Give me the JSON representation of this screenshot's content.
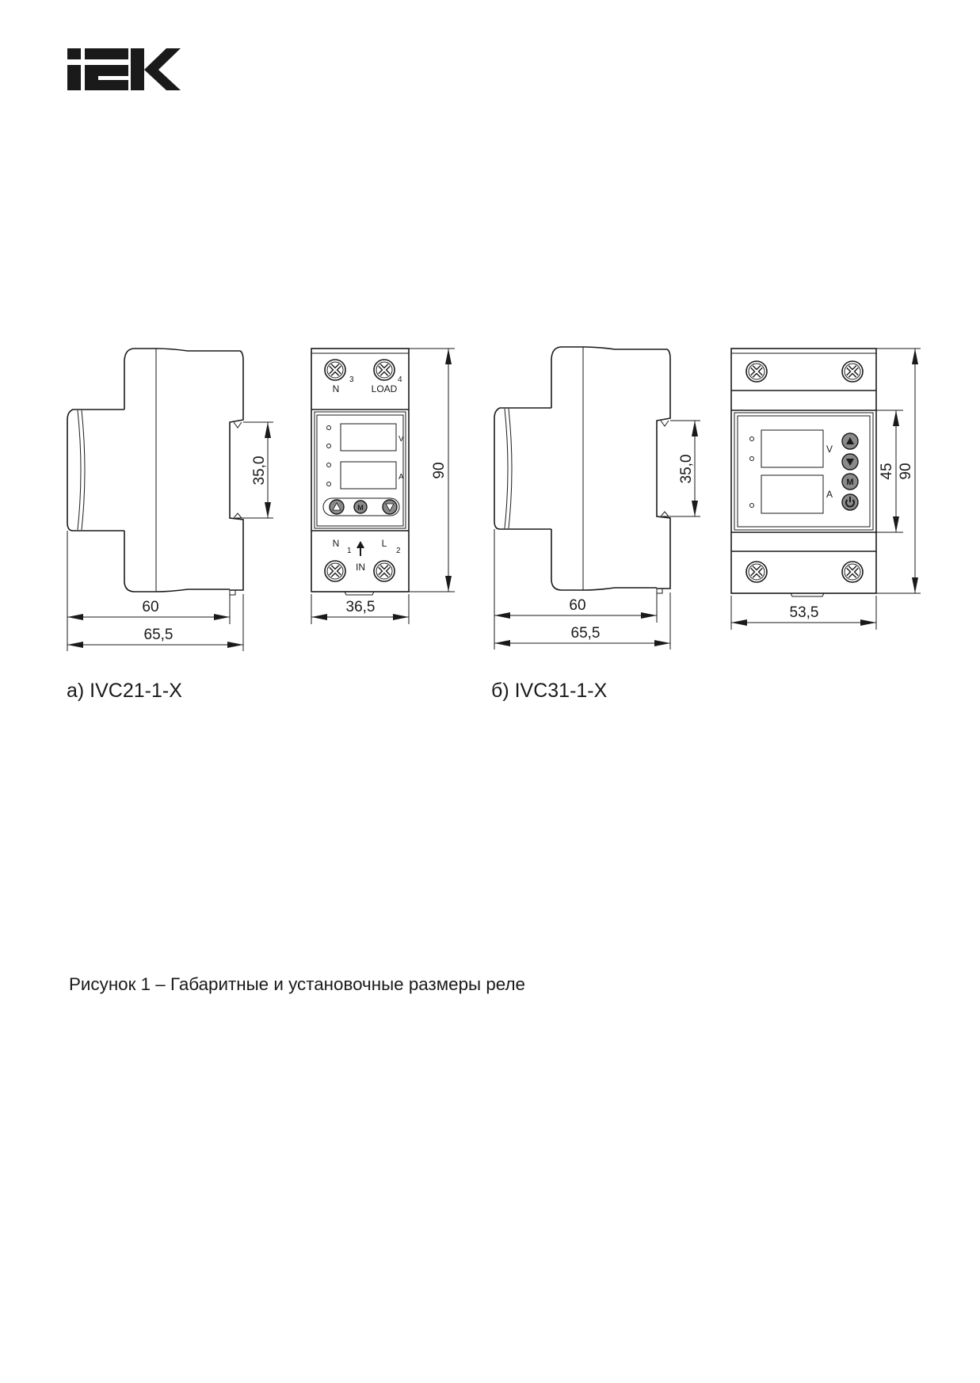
{
  "logo": {
    "text": "IEK",
    "color": "#1a1a1a"
  },
  "figure_a": {
    "caption": "а) IVC21-1-X",
    "dims": {
      "depth": "60",
      "depth_total": "65,5",
      "din_rail": "35,0",
      "width": "36,5",
      "height": "90"
    },
    "terminals_top": {
      "left_label": "N",
      "left_num": "3",
      "right_label": "LOAD",
      "right_num": "4"
    },
    "terminals_bottom": {
      "left_label": "N",
      "left_num": "1",
      "right_label": "L",
      "right_num": "2",
      "in_label": "IN"
    },
    "display_units": {
      "voltage": "V",
      "current": "A"
    },
    "buttons": {
      "middle": "M"
    }
  },
  "figure_b": {
    "caption": "б) IVC31-1-X",
    "dims": {
      "depth": "60",
      "depth_total": "65,5",
      "din_rail": "35,0",
      "width": "53,5",
      "panel_height": "45",
      "height": "90"
    },
    "display_units": {
      "voltage": "V",
      "current": "A"
    },
    "buttons": {
      "menu": "M"
    }
  },
  "figure_caption": "Рисунок 1 – Габаритные и установочные размеры реле"
}
